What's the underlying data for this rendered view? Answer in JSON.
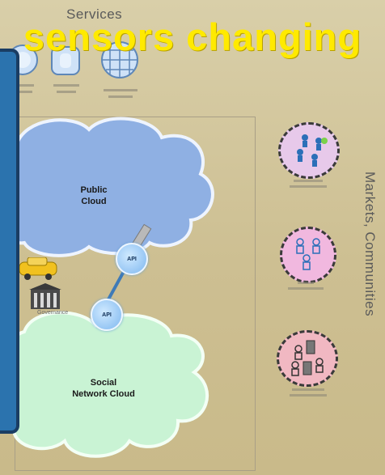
{
  "header": {
    "services_title": "Services",
    "headline": "sensors changing"
  },
  "services": [
    {
      "label": "",
      "icon": "service-icon"
    },
    {
      "label": "",
      "icon": "service-icon"
    },
    {
      "label": "",
      "icon": "globe-grid-icon"
    }
  ],
  "clouds": {
    "public": "Public\nCloud",
    "social": "Social\nNetwork Cloud"
  },
  "api": {
    "top": "API",
    "bottom": "API"
  },
  "left_items": {
    "governance": "Governance"
  },
  "communities": [
    {
      "label": "",
      "color": "#e7c9ea"
    },
    {
      "label": "",
      "color": "#f1b8df"
    },
    {
      "label": "",
      "color": "#f1b8c2"
    }
  ],
  "markets_label": "Markets, Communities",
  "colors": {
    "headline": "#ffea00",
    "panel": "#2b73ae",
    "public_cloud": "#8fb0e3",
    "social_cloud": "#c9f3d4"
  }
}
